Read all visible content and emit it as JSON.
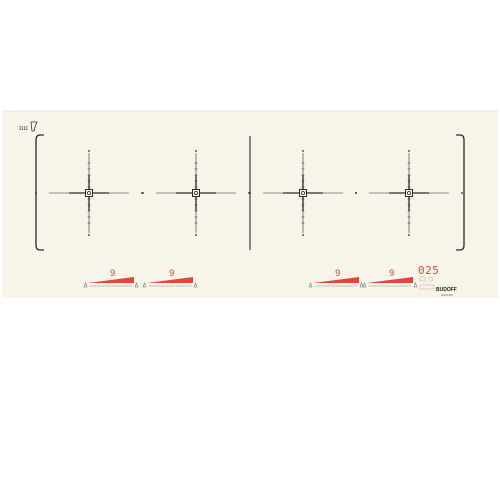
{
  "appliance": {
    "brand": "BUDOFF",
    "brand_sub": "GASTRO",
    "surface_color": "#f7f4ea",
    "accent_color": "#e8443a",
    "line_color": "#2a2a2a"
  },
  "zones": [
    {
      "id": "zone-1",
      "power_level": "9",
      "level_fraction": 1.0
    },
    {
      "id": "zone-2",
      "power_level": "9",
      "level_fraction": 1.0
    },
    {
      "id": "zone-3",
      "power_level": "9",
      "level_fraction": 1.0
    },
    {
      "id": "zone-4",
      "power_level": "9",
      "level_fraction": 1.0
    }
  ],
  "timer": {
    "display": "025",
    "icons": [
      "lock-icon",
      "timer-icon",
      "keep-warm-icon"
    ]
  },
  "icons": {
    "logo": "wine-cup-logo-icon",
    "zone_center": "zone-target-icon",
    "slider_min": "flame-low-icon",
    "slider_max": "flame-high-icon"
  }
}
